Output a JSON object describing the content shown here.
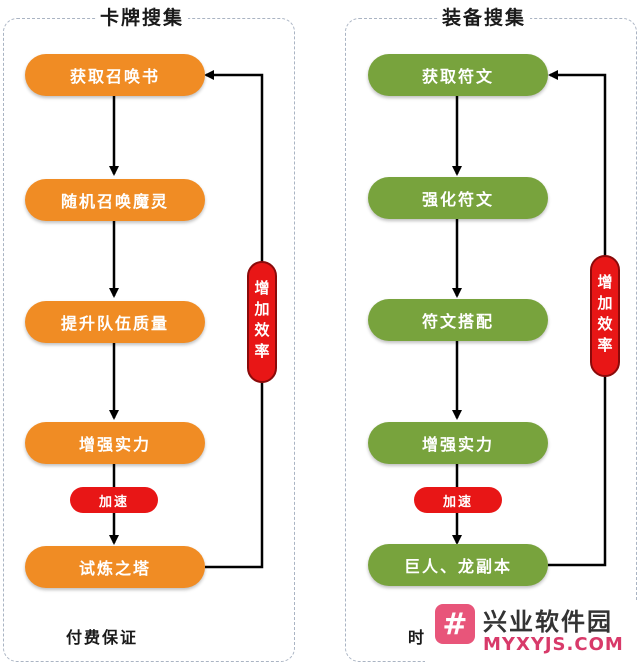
{
  "colors": {
    "card_node": "#f08c24",
    "gear_node": "#78a33d",
    "speed_tag": "#e81616",
    "arrow": "#000000",
    "watermark": "#e8557a"
  },
  "card_flow": {
    "title": "卡牌搜集",
    "steps": [
      "获取召唤书",
      "随机召唤魔灵",
      "提升队伍质量",
      "增强实力",
      "试炼之塔"
    ],
    "speed_label": "加速",
    "loop_label": "增加效率",
    "caption": "付费保证"
  },
  "gear_flow": {
    "title": "装备搜集",
    "steps": [
      "获取符文",
      "强化符文",
      "符文搭配",
      "增强实力",
      "巨人、龙副本"
    ],
    "speed_label": "加速",
    "loop_label": "增加效率",
    "caption": "时"
  },
  "watermark": {
    "logo_glyph": "#",
    "name": "兴业软件园",
    "url": "MYXYJS.COM"
  }
}
